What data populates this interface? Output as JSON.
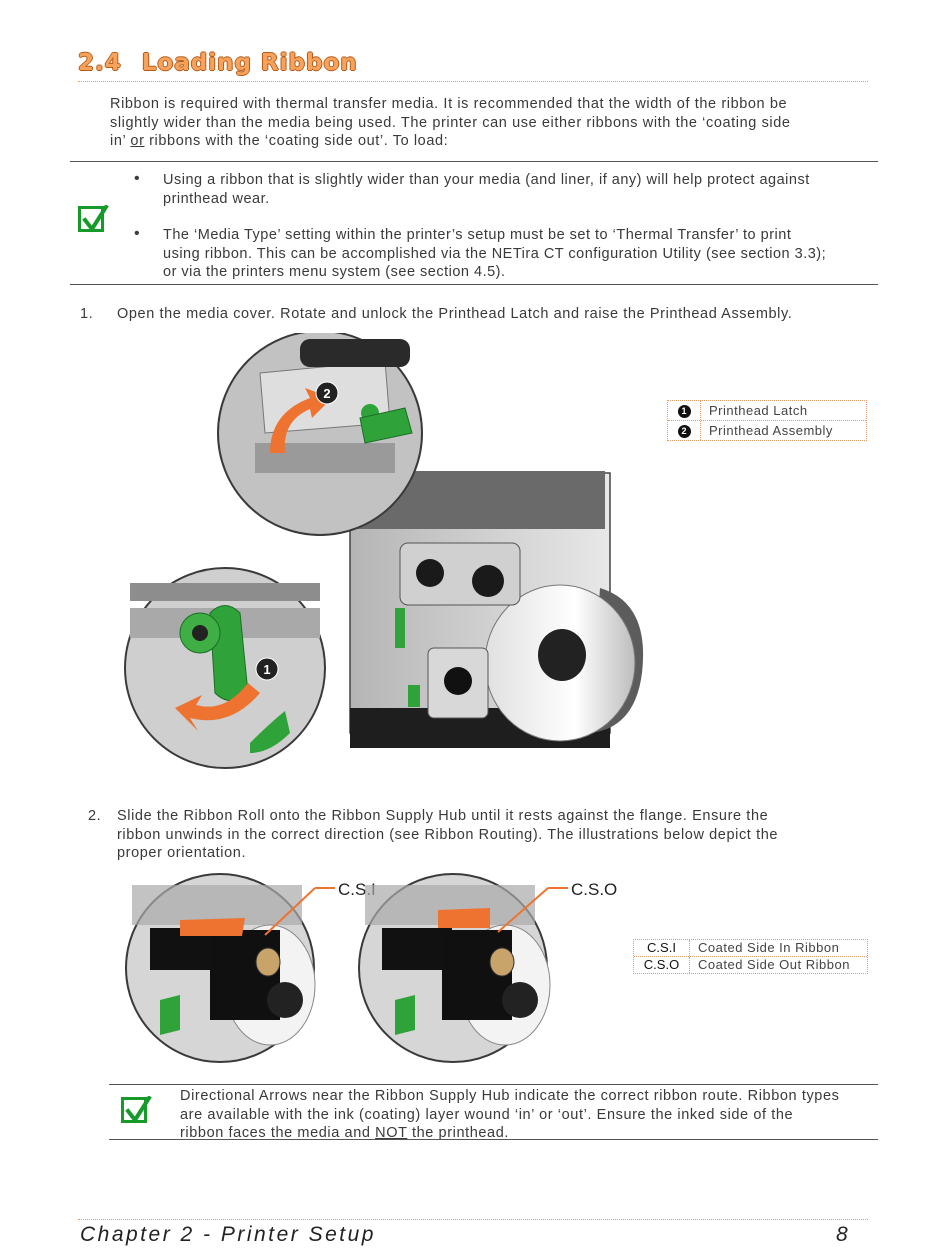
{
  "section": {
    "number": "2.4",
    "title": "Loading Ribbon"
  },
  "intro": {
    "line1": "Ribbon is required with thermal transfer media. It is recommended that the width of the ribbon be",
    "line2": "slightly wider than the media being used.  The printer can use either ribbons with the ‘coating side",
    "line3_a": "in’ ",
    "line3_or": "or",
    "line3_b": " ribbons with the ‘coating side out’. To load:"
  },
  "note1": {
    "bullet1_line1": "Using a ribbon that is slightly wider than your media (and liner, if any) will help protect against",
    "bullet1_line2": "printhead wear.",
    "bullet2_line1": "The ‘Media Type’ setting within the printer’s setup must be set to ‘Thermal Transfer’ to print",
    "bullet2_line2": "using ribbon.  This can be accomplished via the NETira CT configuration Utility (see section 3.3);",
    "bullet2_line3": "or via the printers menu system (see section 4.5)."
  },
  "step1": {
    "number": "1.",
    "text": "Open the media cover. Rotate and unlock the Printhead Latch and raise the Printhead Assembly."
  },
  "figure1": {
    "callout1": "1",
    "callout2": "2",
    "legend": [
      {
        "key": "1",
        "label": "Printhead Latch"
      },
      {
        "key": "2",
        "label": "Printhead Assembly"
      }
    ]
  },
  "step2": {
    "number": "2.",
    "line1": "Slide the Ribbon Roll onto the Ribbon Supply Hub until it rests against the flange.  Ensure the",
    "line2": "ribbon unwinds in the correct direction (see Ribbon Routing).  The illustrations below depict the",
    "line3": "proper orientation."
  },
  "figure2": {
    "label_csi": "C.S.I",
    "label_cso": "C.S.O",
    "legend": [
      {
        "key": "C.S.I",
        "label": "Coated Side In Ribbon"
      },
      {
        "key": "C.S.O",
        "label": "Coated Side Out Ribbon"
      }
    ]
  },
  "note2": {
    "line1": "Directional Arrows near the Ribbon Supply Hub indicate the correct ribbon route. Ribbon types",
    "line2": "are available with the ink (coating) layer wound ‘in’ or ‘out’. Ensure the inked side of the",
    "line3_a": "ribbon faces the media and ",
    "line3_not": "NOT",
    "line3_b": " the printhead."
  },
  "footer": {
    "chapter": "Chapter 2 - Printer Setup",
    "page": "8"
  },
  "colors": {
    "heading": "#f7a35c",
    "check": "#169b2a",
    "arrow": "#ee7330",
    "printer_green": "#2fa33a"
  }
}
